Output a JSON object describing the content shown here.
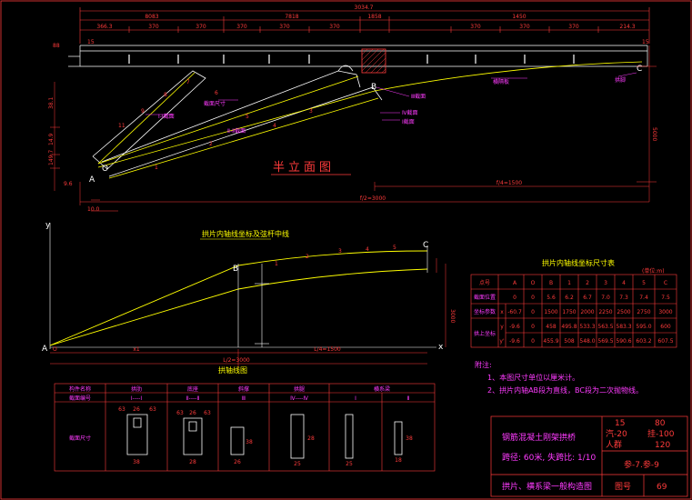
{
  "top_dims": {
    "total": "3034.7",
    "seg_1": "8083",
    "seg_2": "7818",
    "seg_3": "1858",
    "seg_4": "1450",
    "sub": [
      "366.3",
      "370",
      "370",
      "370",
      "370",
      "370",
      "370",
      "370",
      "370",
      "214.3"
    ],
    "left_rise": "15",
    "right_rise": "15",
    "depth_left": "88",
    "f4": "f/4=1500",
    "f2": "f/2=3000"
  },
  "elevation": {
    "title": "半立面图",
    "points": [
      "A",
      "O",
      "B",
      "C"
    ],
    "labels": [
      "11",
      "9",
      "8",
      "7",
      "6",
      "5",
      "4",
      "3",
      "2",
      "1"
    ],
    "notes": [
      "Ⅰ-Ⅰ截面",
      "Ⅱ-Ⅱ截面",
      "Ⅲ截面",
      "Ⅳ截面",
      "截面尺寸",
      "横隔板",
      "拱脚",
      "Ⅰ截面"
    ],
    "dim_right": "5000",
    "dim_left": [
      "38.1",
      "14.9",
      "149.7",
      "9.6",
      "10.0"
    ]
  },
  "curve": {
    "title": "拱片内轴线坐标及弦杆中线",
    "bottom_title": "拱轴线图",
    "points": [
      "A",
      "O",
      "B",
      "C"
    ],
    "nodes": [
      "1",
      "2",
      "3",
      "4",
      "5"
    ],
    "dims": [
      "x1",
      "L/4=1500",
      "L/2=3000",
      "3000"
    ],
    "axes": [
      "y",
      "x"
    ]
  },
  "coord_table": {
    "title": "拱片内轴线坐标尺寸表",
    "unit": "(单位:m)",
    "header": [
      "点号",
      "A",
      "O",
      "B",
      "1",
      "2",
      "3",
      "4",
      "5",
      "C"
    ],
    "rows": [
      {
        "label": "截面位置",
        "sub": "",
        "values": [
          "0",
          "0",
          "5.6",
          "6.2",
          "6.7",
          "7.0",
          "7.3",
          "7.4",
          "7.5"
        ]
      },
      {
        "label": "坐标参数",
        "sub": "x",
        "values": [
          "-60.7",
          "0",
          "1500",
          "1750",
          "2000",
          "2250",
          "2500",
          "2750",
          "3000"
        ]
      },
      {
        "label": "拱上坐标",
        "sub": "y",
        "values": [
          "-9.6",
          "0",
          "458",
          "495.8",
          "533.3",
          "563.5",
          "583.3",
          "595.0",
          "600"
        ]
      },
      {
        "label": "",
        "sub": "y'",
        "values": [
          "-9.6",
          "0",
          "455.9",
          "508",
          "548.0",
          "569.5",
          "590.6",
          "603.2",
          "607.5"
        ]
      }
    ]
  },
  "notes": {
    "heading": "附注:",
    "items": [
      "1、本图尺寸单位以厘米计。",
      "2、拱片内轴AB段为直线，BC段为二次抛物线。"
    ]
  },
  "section_table": {
    "header_1": [
      "构件名称",
      "拱肋",
      "底座",
      "斜撑",
      "拱腿",
      "横系梁"
    ],
    "header_2": [
      "截面编号",
      "Ⅰ----Ⅰ",
      "Ⅱ----Ⅱ",
      "Ⅲ",
      "Ⅳ----Ⅳ",
      "Ⅰ",
      "Ⅱ"
    ],
    "side_label": "截面尺寸",
    "dims": [
      "63",
      "26",
      "63",
      "38",
      "63",
      "26",
      "63",
      "28",
      "38",
      "26",
      "25",
      "28",
      "25",
      "18",
      "38"
    ]
  },
  "title_block": {
    "project": "钢筋混凝土刚架拱桥",
    "span": "跨径: 60米, 失跨比: 1/10",
    "sheet_name": "拱片、横系梁一般构造图",
    "drawing_no_label": "图号",
    "drawing_no": "69",
    "ref": "参-7.参-9",
    "loads": [
      "15",
      "80",
      "汽-20",
      "挂-100",
      "人群",
      "120"
    ]
  }
}
